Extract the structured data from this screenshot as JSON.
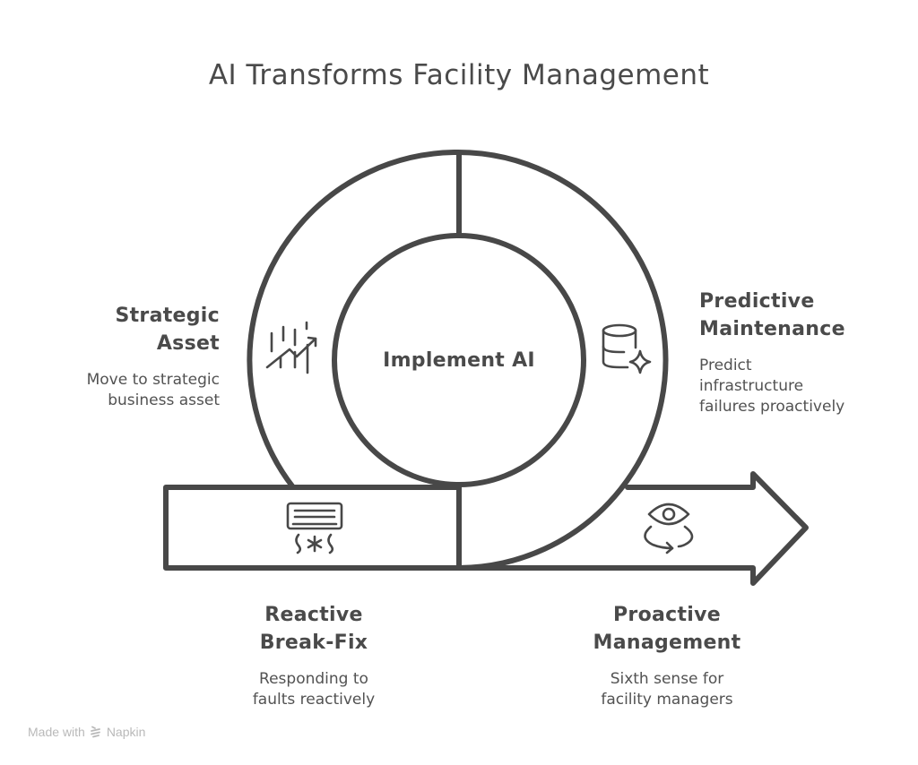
{
  "title": "AI Transforms Facility Management",
  "center": {
    "label": "Implement AI"
  },
  "stages": {
    "strategic_asset": {
      "heading_line1": "Strategic",
      "heading_line2": "Asset",
      "desc_line1": "Move to strategic",
      "desc_line2": "business asset",
      "icon": "growth-chart-icon"
    },
    "predictive_maintenance": {
      "heading_line1": "Predictive",
      "heading_line2": "Maintenance",
      "desc_line1": "Predict",
      "desc_line2": "infrastructure",
      "desc_line3": "failures proactively",
      "icon": "database-sparkle-icon"
    },
    "reactive_break_fix": {
      "heading_line1": "Reactive",
      "heading_line2": "Break-Fix",
      "desc_line1": "Responding to",
      "desc_line2": "faults reactively",
      "icon": "air-conditioner-icon"
    },
    "proactive_management": {
      "heading_line1": "Proactive",
      "heading_line2": "Management",
      "desc_line1": "Sixth sense for",
      "desc_line2": "facility managers",
      "icon": "eye-rotate-icon"
    }
  },
  "footer": {
    "made_with": "Made with",
    "brand": "Napkin"
  },
  "colors": {
    "stroke": "#484848",
    "text": "#4a4a4a",
    "footer": "#b9b9b9",
    "background": "#ffffff"
  }
}
